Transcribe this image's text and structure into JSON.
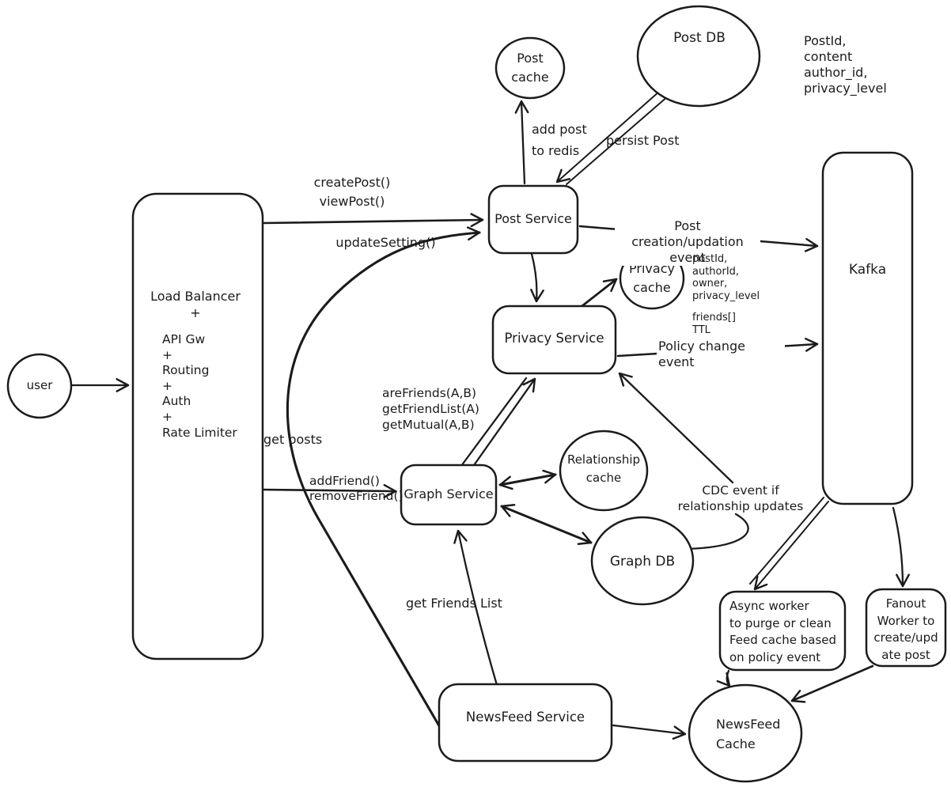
{
  "colors": {
    "ink": "#1b1b1b",
    "background": "#ffffff"
  },
  "nodes": {
    "user": {
      "label": "user"
    },
    "load_balancer": {
      "title": "Load Balancer\n+",
      "components": "API Gw\n+\nRouting\n+\nAuth\n+\nRate Limiter"
    },
    "post_service": {
      "label": "Post Service"
    },
    "post_cache": {
      "label": "Post\ncache"
    },
    "post_db": {
      "label": "Post DB"
    },
    "privacy_service": {
      "label": "Privacy Service"
    },
    "privacy_cache": {
      "label": "Privacy\ncache"
    },
    "kafka": {
      "label": "Kafka"
    },
    "graph_service": {
      "label": "Graph Service"
    },
    "relationship_cache": {
      "label": "Relationship\ncache"
    },
    "graph_db": {
      "label": "Graph DB"
    },
    "newsfeed_service": {
      "label": "NewsFeed Service"
    },
    "newsfeed_cache": {
      "label": "NewsFeed\nCache"
    },
    "async_worker": {
      "label": "Async worker\nto purge or clean\nFeed cache based\non policy event"
    },
    "fanout_worker": {
      "label": "Fanout\nWorker to\ncreate/upd\nate post"
    }
  },
  "edge_labels": {
    "create_view": "createPost()\nviewPost()",
    "update_setting": "updateSetting()",
    "get_posts": "get posts",
    "add_remove_friend": "addFriend()\nremoveFriend()",
    "graph_api": "areFriends(A,B)\ngetFriendList(A)\ngetMutual(A,B)",
    "add_post_redis": "add post\nto redis",
    "persist_post": "persist Post",
    "post_creation_event": "Post creation/updation\nevent",
    "policy_change_event": "Policy change event",
    "cdc_event": "CDC event if\nrelationship updates",
    "get_friends_list": "get Friends List"
  },
  "annotations": {
    "post_fields": "PostId,\ncontent\nauthor_id,\nprivacy_level",
    "event_fields": "postId,\nauthorId,\nowner,\nprivacy_level",
    "feed_fields": "friends[]\nTTL"
  }
}
